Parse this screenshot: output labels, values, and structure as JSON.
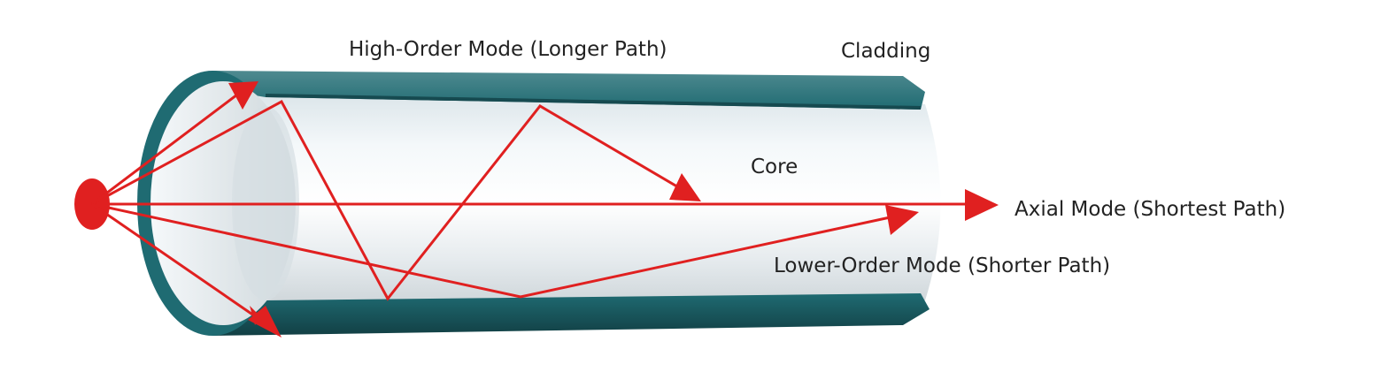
{
  "labels": {
    "high_order": "High-Order Mode (Longer Path)",
    "cladding": "Cladding",
    "core": "Core",
    "axial": "Axial Mode (Shortest Path)",
    "lower_order": "Lower-Order Mode (Shorter Path)"
  },
  "colors": {
    "cladding": "#1f6b72",
    "cladding_dark": "#164a50",
    "core_light": "#f2f7f9",
    "core_shade": "#c9d3d8",
    "ray": "#e02020",
    "source": "#e02020"
  }
}
